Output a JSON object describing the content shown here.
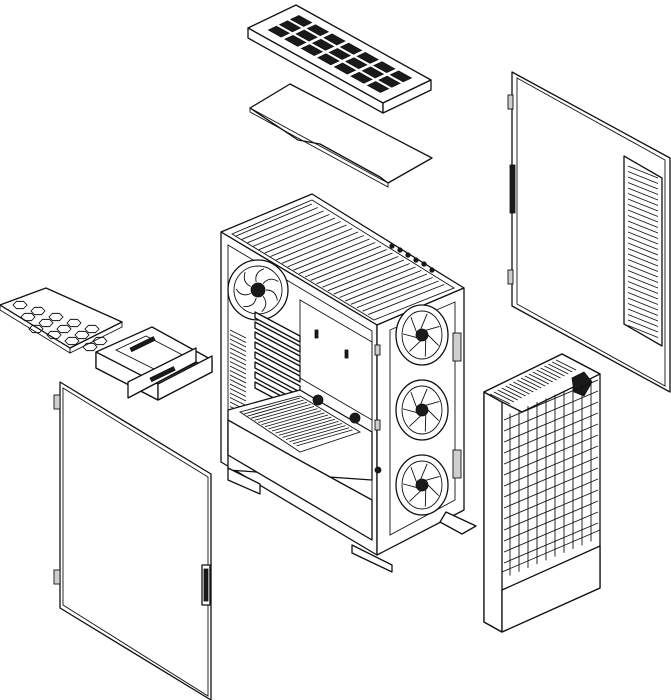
{
  "figure": {
    "kind": "exploded-view line drawing",
    "line_color": "#111111",
    "background": "#ffffff",
    "parts": [
      {
        "id": "top-dust-filter"
      },
      {
        "id": "top-cover-plate"
      },
      {
        "id": "case-body"
      },
      {
        "id": "right-side-panel"
      },
      {
        "id": "bottom-fan-filter"
      },
      {
        "id": "drive-cage"
      },
      {
        "id": "left-side-panel"
      },
      {
        "id": "front-panel"
      }
    ]
  }
}
